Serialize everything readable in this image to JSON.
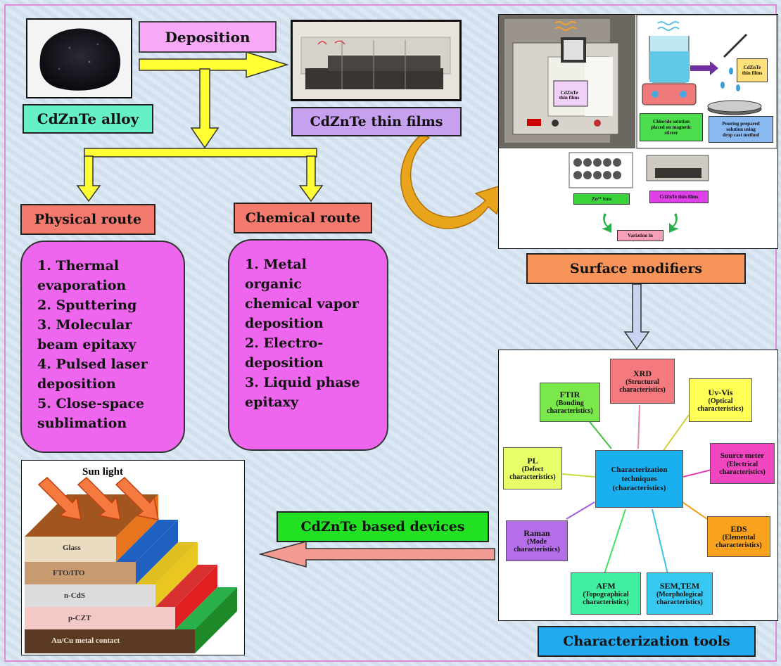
{
  "labels": {
    "deposition": "Deposition",
    "alloy": "CdZnTe alloy",
    "thin_films": "CdZnTe thin films",
    "physical": "Physical route",
    "chemical": "Chemical route",
    "surface": "Surface modifiers",
    "devices": "CdZnTe based devices",
    "char_tools": "Characterization tools"
  },
  "physical_list": [
    "1. Thermal",
    "evaporation",
    "2. Sputtering",
    "3. Molecular",
    "beam epitaxy",
    "4. Pulsed laser",
    "deposition",
    "5. Close-space",
    "sublimation"
  ],
  "chemical_list": [
    "1. Metal",
    "organic",
    "chemical vapor",
    "deposition",
    "2. Electro-",
    "deposition",
    "3. Liquid phase",
    "epitaxy"
  ],
  "surface_panel": {
    "cdznte_film_tag": [
      "CdZnTe",
      "thin films"
    ],
    "cdznte_film_tag2": [
      "CdZnTe",
      "thin films"
    ],
    "chloride": [
      "Chloride solution",
      "placed on magnetic",
      "stirrer"
    ],
    "pouring": [
      "Pouring prepared",
      "solution using",
      "drop cast method"
    ],
    "zn_ions": "Zn²⁺ ions",
    "cdznte_thin_films": "CdZnTe thin films",
    "variation": "Variation in"
  },
  "center_node": [
    "Characterization",
    "techniques",
    "(characteristics)"
  ],
  "techniques": [
    {
      "name": "XRD",
      "desc": "(Structural characteristics)"
    },
    {
      "name": "Uv-Vis",
      "desc": "(Optical characteristics)"
    },
    {
      "name": "Source meter",
      "desc": "(Electrical characteristics)"
    },
    {
      "name": "EDS",
      "desc": "(Elemental characteristics)"
    },
    {
      "name": "SEM,TEM",
      "desc": "(Morphological characteristics)"
    },
    {
      "name": "AFM",
      "desc": "(Topographical characteristics)"
    },
    {
      "name": "Raman",
      "desc": "(Mode characteristics)"
    },
    {
      "name": "PL",
      "desc": "(Defect characteristics)"
    },
    {
      "name": "FTIR",
      "desc": "(Bonding characteristics)"
    }
  ],
  "device": {
    "sunlight": "Sun light",
    "layers": [
      "Glass",
      "FTO/ITO",
      "n-CdS",
      "p-CZT",
      "Au/Cu metal contact"
    ]
  },
  "colors": {
    "deposition": "#f7a8f7",
    "alloy": "#66f0c8",
    "thin_films": "#c8a0f0",
    "routes": "#f47a6e",
    "lists": "#ee66ee",
    "surface": "#f7945a",
    "devices": "#22e022",
    "char_tools": "#22aaf0"
  }
}
